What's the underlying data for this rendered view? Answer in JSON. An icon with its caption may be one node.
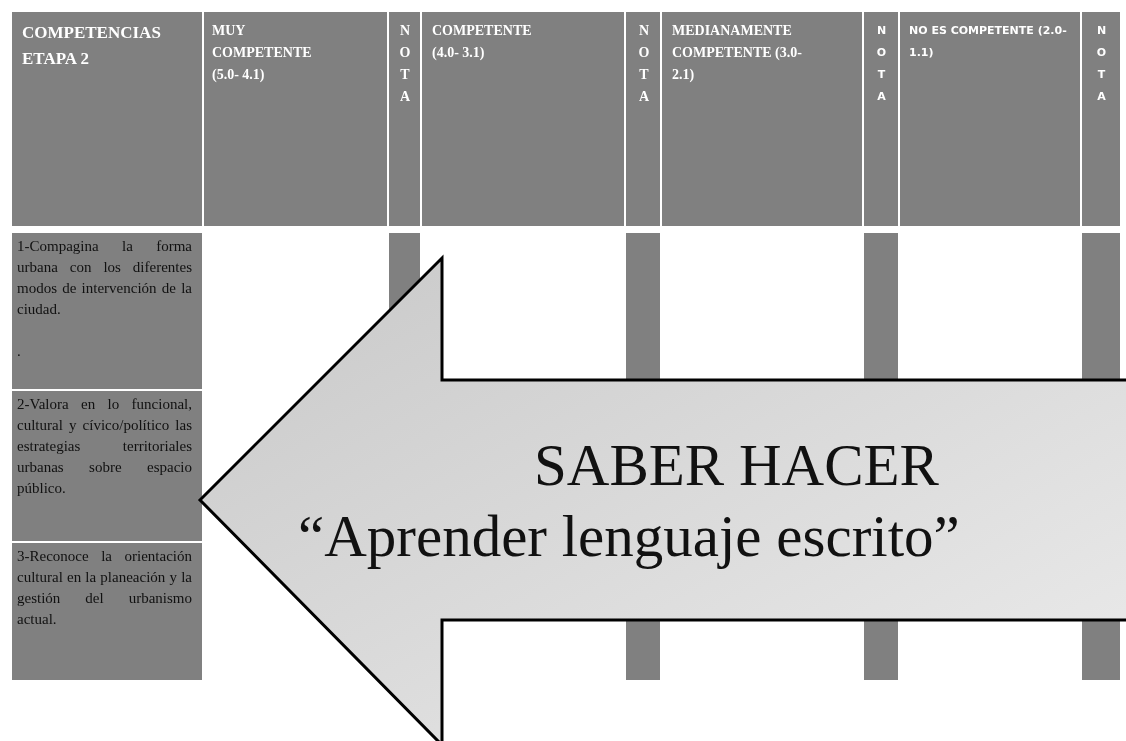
{
  "diagram": {
    "nodes": [
      {
        "text": [
          "SABER HACER",
          "“Aprender lenguaje escrito”"
        ]
      }
    ],
    "labels": [
      "COMPETENCIAS ETAPA 2",
      "MUY COMPETENTE (5.0- 4.1)",
      "NOTA",
      "COMPETENTE (4.0- 3.1)",
      "NOTA",
      "MEDIANAMENTE COMPETENTE (3.0- 2.1)",
      "NOTA",
      "NO ES COMPETENTE (2.0- 1.1)",
      "NOTA",
      "1-Compagina la forma urbana con los diferentes modos de intervención de la ciudad.",
      ".",
      "2-Valora en lo funcional, cultural y cívico/político las estrategias territoriales urbanas sobre espacio público.",
      "3-Reconoce la orientación cultural en la planeación y la gestión del urbanismo actual."
    ]
  }
}
